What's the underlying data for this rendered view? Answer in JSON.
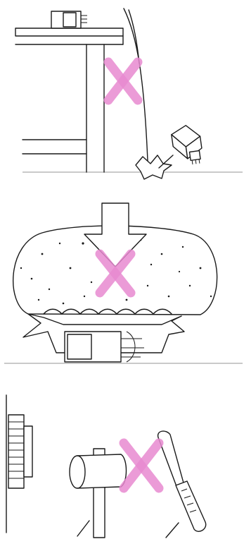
{
  "colors": {
    "prohibited_x": "#e88ad0",
    "line": "#1a1a1a",
    "ground": "#b8b8b8",
    "background": "#ffffff"
  },
  "panels": [
    {
      "id": "drop-from-height",
      "icons": [
        "table-icon",
        "device-icon",
        "falling-path-icon",
        "impact-burst-icon",
        "prohibited-x-icon"
      ]
    },
    {
      "id": "crush-under-weight",
      "icons": [
        "down-arrow-icon",
        "heavy-load-icon",
        "device-icon",
        "impact-burst-icon",
        "prohibited-x-icon"
      ]
    },
    {
      "id": "hit-with-tools",
      "icons": [
        "device-icon",
        "hammer-icon",
        "screwdriver-icon",
        "prohibited-x-icon"
      ]
    }
  ]
}
